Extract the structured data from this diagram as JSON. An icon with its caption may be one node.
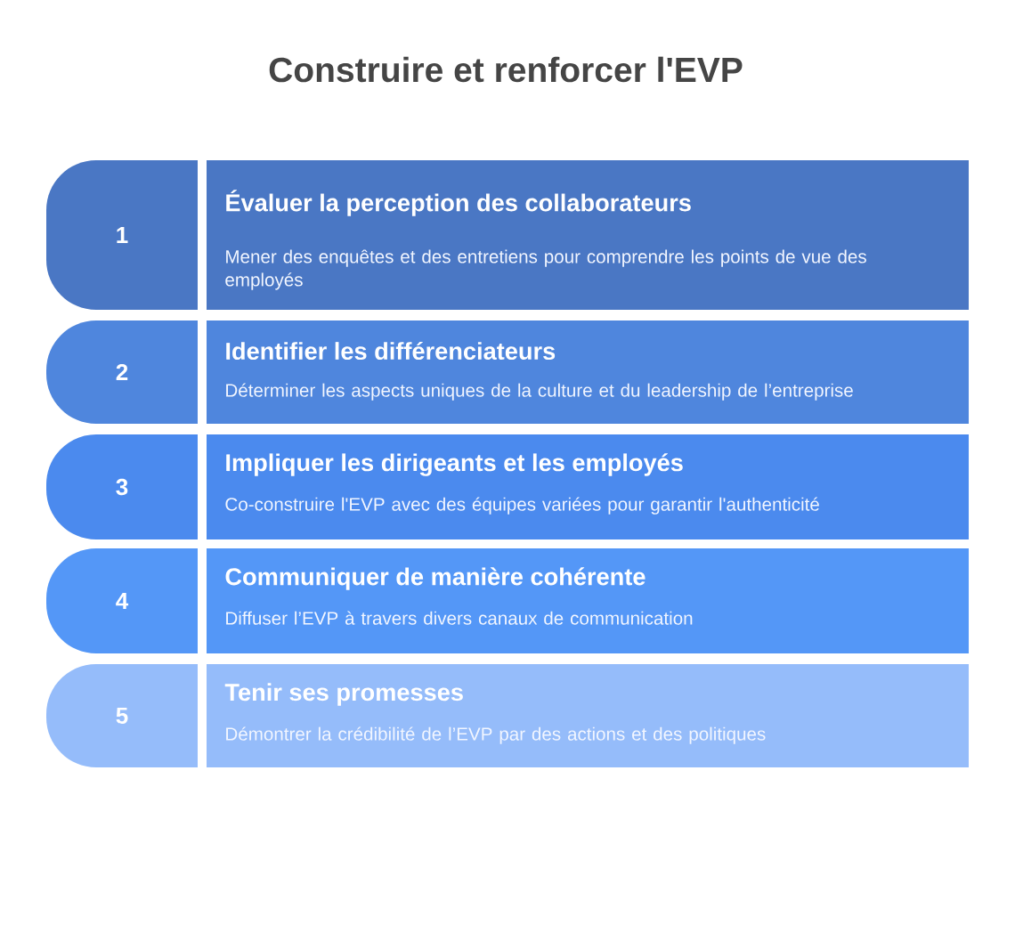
{
  "diagram": {
    "title": "Construire et renforcer l'EVP",
    "nodes": [
      {
        "text": [
          "1"
        ]
      },
      {
        "text": [
          "Évaluer la perception des collaborateurs",
          "Mener des enquêtes et des entretiens pour comprendre les points de vue des employés"
        ]
      },
      {
        "text": [
          "2"
        ]
      },
      {
        "text": [
          "Identifier les différenciateurs",
          "Déterminer les aspects uniques de la culture et du leadership de l’entreprise"
        ]
      },
      {
        "text": [
          "3"
        ]
      },
      {
        "text": [
          "Impliquer les dirigeants et les employés",
          "Co-construire l'EVP avec des équipes variées pour garantir l'authenticité"
        ]
      },
      {
        "text": [
          "4"
        ]
      },
      {
        "text": [
          "Communiquer de manière cohérente",
          "Diffuser l’EVP à travers divers canaux de communication"
        ]
      },
      {
        "text": [
          "5"
        ]
      },
      {
        "text": [
          "Tenir ses promesses",
          "Démontrer la crédibilité de l’EVP par des actions et des politiques"
        ]
      }
    ],
    "edges": []
  }
}
